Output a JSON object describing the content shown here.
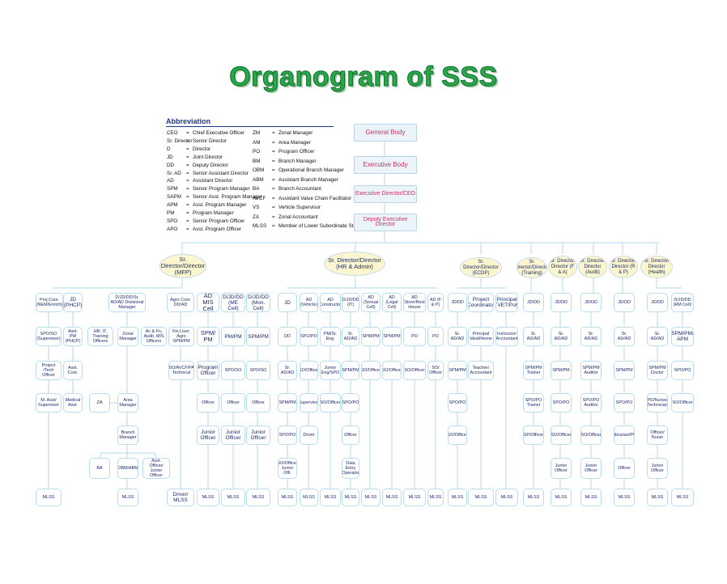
{
  "title": "Organogram of SSS",
  "abbreviation": {
    "heading": "Abbreviation",
    "left": [
      {
        "k": "CEO",
        "v": "Chief Executive Officer"
      },
      {
        "k": "Sr. Director",
        "v": "Senior Director"
      },
      {
        "k": "D",
        "v": "Director"
      },
      {
        "k": "JD",
        "v": "Joint Director"
      },
      {
        "k": "DD",
        "v": "Deputy Director"
      },
      {
        "k": "Sr. AD",
        "v": "Senior Assistant Director"
      },
      {
        "k": "AD",
        "v": "Assistant Director"
      },
      {
        "k": "SPM",
        "v": "Senior Program Manager"
      },
      {
        "k": "SAPM",
        "v": "Senior  Asst.  Program Manager"
      },
      {
        "k": "APM",
        "v": "Asst. Program Manager"
      },
      {
        "k": "PM",
        "v": "Program Manager"
      },
      {
        "k": "SPO",
        "v": "Senior Program Officer"
      },
      {
        "k": "APO",
        "v": "Asst. Program Officer"
      }
    ],
    "right": [
      {
        "k": "ZM",
        "v": "Zonal Manager"
      },
      {
        "k": "AM",
        "v": "Area Manager"
      },
      {
        "k": "PO",
        "v": "Program Officer"
      },
      {
        "k": "BM",
        "v": "Branch Manager"
      },
      {
        "k": "OBM",
        "v": "Operational Branch Manager"
      },
      {
        "k": "ABM",
        "v": "Assistant Branch Manager"
      },
      {
        "k": "BA",
        "v": "Branch Accountant"
      },
      {
        "k": "AVCF",
        "v": "Assistant Value Chain Facilitator"
      },
      {
        "k": "VS",
        "v": "Vehicle Supervisor"
      },
      {
        "k": "ZA",
        "v": "Zonal Accountant"
      },
      {
        "k": "MLSS",
        "v": "Member of Lower Subordinate Staff"
      }
    ]
  },
  "top_chain": [
    "General Body",
    "Executive Body",
    "Executive Director/CEO",
    "Deputy Executive Director"
  ],
  "directors": [
    "Sr. Director/Director (MFP)",
    "Sr. Director/Director (HR & Admin)",
    "Sr. Director/Director (ECDP)",
    "Sr. Director/Director (Training)",
    "Sr. Director/ Director (F & A)",
    "Sr. Director/ Director (Audit)",
    "Sr. Director/ Director (R & P)",
    "Sr. Director/ Director (Health)"
  ],
  "units": {
    "proj_coor": "Proj.Coor. (NEM/Enrich)",
    "jd_phcp": "JD (PHCP)",
    "div_mgr": "D/JD/DD/Sr. AD/AD Divisional Manager",
    "agro_coor": "Agro Coor. DD/AD",
    "ad_mis": "AD MIS Cell",
    "jd_me": "D/JD/DD (ME Cell)",
    "jd_mon": "D/JD/DD (Mon. Cell)",
    "jd_hr": "JD",
    "ad_vehicle": "AD (Vehicle)",
    "ad_constructor": "AD (Constructor)",
    "dd_it": "D/JD/DD (IT)",
    "ad_sexual": "AD (Sexual Cell)",
    "ad_legal": "AD (Legal Cell)",
    "ad_store": "AD Store/Rest House",
    "ad_fp": "AD (F & P)",
    "jd_ecdp": "JD/DD",
    "proj_coordinator": "Project Coordinator",
    "principal": "Principal TVET/Poly",
    "jd_training": "JD/DD",
    "jd_fa": "JD/DD",
    "jd_audit": "JD/DD",
    "jd_rp": "JD/DD",
    "jd_health": "JD/DD",
    "jd_rm": "D/JD/DD (RM Cell)"
  },
  "level3": {
    "spo_supervisor": "SPO/SO (Supervisor)",
    "asst_pm": "Asst. PM (PHCP)",
    "hr_it": "HR, IT, Training Officers",
    "zonal_mgr": "Zonal Manager",
    "ac_fn": "Ac & Fn, Audit, MIS Officers",
    "fin_agro": "Fin.Liver, Agro SPM/PM",
    "spm_pm_mis": "SPM/ PM",
    "pm_pm": "PM/PM",
    "spm_pm_mon": "SPM/PM",
    "dd_hr": "DD",
    "spo_po_v": "SPO/PO",
    "pm_sr_eng": "PM/Sr. Eng.",
    "sr_ad_it": "Sr. AD/AD",
    "spm_pm_sex": "SPM/PM",
    "spm_pm_legal": "SPM/PM",
    "po_store": "PO",
    "po_fp": "PO",
    "sr_ad_ecdp": "Sr. AD/AD",
    "principal_ideal": "Principal Ideal/Home",
    "instructor": "Instructor/ Accountant",
    "sr_ad_train": "Sr. AD/AD",
    "sr_ad_fa": "Sr. AD/AD",
    "sr_ad_audit": "Sr. AD/AD",
    "sr_ad_rp": "Sr. AD/AD",
    "sr_ad_health": "Sr. AD/AD",
    "spm_apm": "SPM/PM/ APM"
  },
  "level4": {
    "project_tech": "Project /Tech Officer",
    "asst_coor": "Asst. Coor.",
    "so_avcf": "SO/AVCF/PA Technical",
    "program_officer": "Program Officer",
    "spo_so_me": "SPO/SO",
    "spo_so_mon": "SPO/SO",
    "sr_ad_hr": "Sr. AD/AD",
    "so_officer_v": "SO/Officer",
    "junior_eng": "Junior Eng/SPO",
    "spm_pm_it": "SPM/PM",
    "so_officer_sex": "SO/Officer",
    "so_officer_legal": "SO/Officer",
    "so_officer_store": "SO/Officer",
    "so_officer_fp": "SO/ Officer",
    "spm_pm_ecdp": "SPM/PM",
    "teacher": "Teacher/ Accountant",
    "spm_trainer": "SPM/PM Trainer",
    "spm_pm_fa": "SPM/PM",
    "spm_auditor": "SPM/PM Auditor",
    "spm_pm_rp": "SPM/PM",
    "spm_doctor": "SPM/PM Doctor",
    "spo_po_rm": "SPO/PO"
  },
  "level5": {
    "m_asst": "M. Asst/ Supervisor",
    "medical_asst": "Medical Asst.",
    "za": "ZA",
    "area_mgr": "Area Manager",
    "officer_mis": "Officer",
    "officer_me": "Officer",
    "officer_mon": "Officer",
    "spm_pm_hr": "SPM/PM",
    "supervisor": "Supervisor",
    "so_officer_c": "SO/Officer",
    "spo_po_it": "SPO/PO",
    "spo_po_ecdp": "SPO/PO",
    "spo_trainer": "SPO/PO Trainer",
    "spo_po_fa": "SPO/PO",
    "spo_auditor": "SPO/PO Auditor",
    "spo_po_rp": "SPO/PO",
    "po_nurse": "PO/Nurse/ Technician",
    "so_officer_rm": "SO/Officer"
  },
  "level6": {
    "branch_mgr": "Branch Manager",
    "junior_officer_mis": "Junior Officer",
    "junior_officer_me": "Junior Officer",
    "junior_officer_mon": "Junior Officer",
    "spo_po_hr": "SPO/PO",
    "driver": "Driver",
    "officer_it": "Officer",
    "so_officer_ecdp": "SO/Officer",
    "sp_officer_train": "SP/Officer",
    "so_officer_fa": "SO/Officer",
    "so_officer_audit": "SO/Officer",
    "librarian": "Librarian/PO",
    "officer_nurse": "Officer/ Nurse"
  },
  "level7": {
    "ba": "BA",
    "obm": "OBM/ABM",
    "asst_officer": "Asst. Officer/ Junior Officer",
    "so_junior": "SO/Officer Junior Offi.",
    "data_entry": "Data Entry Operator",
    "junior_officer_fa": "Junior Officer",
    "junior_officer_audit": "Junior Officer",
    "officer_rp": "Officer",
    "junior_officer_health": "Junior Officer"
  },
  "mlss": {
    "label": "MLSS",
    "driver_mlss": "Driver/ MLSS"
  }
}
